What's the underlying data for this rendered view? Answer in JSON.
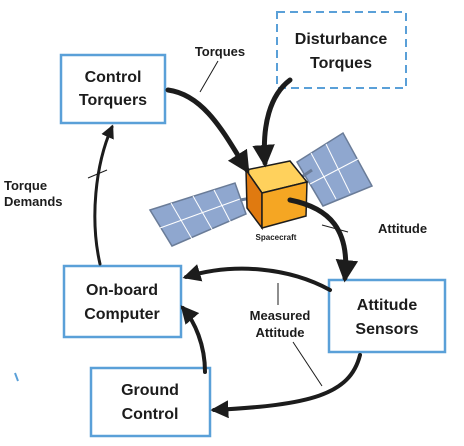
{
  "colors": {
    "box_border": "#5aa0d8",
    "arrow": "#1c1c1c",
    "panel_blue": "#7d9ed0",
    "panel_gray": "#9aa6ba",
    "cube_front": "#f5a623",
    "cube_top": "#ffd15c",
    "cube_side": "#e07a10"
  },
  "boxes": {
    "control_torquers": [
      "Control",
      "Torquers"
    ],
    "disturbance_torques": [
      "Disturbance",
      "Torques"
    ],
    "onboard_computer": [
      "On-board",
      "Computer"
    ],
    "attitude_sensors": [
      "Attitude",
      "Sensors"
    ],
    "ground_control": [
      "Ground",
      "Control"
    ]
  },
  "labels": {
    "torques": "Torques",
    "torque_demands": [
      "Torque",
      "Demands"
    ],
    "attitude": "Attitude",
    "measured_attitude": [
      "Measured",
      "Attitude"
    ],
    "spacecraft": "Spacecraft"
  }
}
